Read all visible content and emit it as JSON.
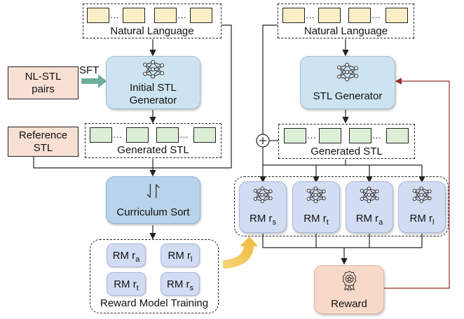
{
  "left": {
    "natural_language": "Natural Language",
    "nl_stl_pairs": "NL-STL pairs",
    "sft": "SFT",
    "initial_generator": "Initial STL Generator",
    "reference_stl": "Reference STL",
    "generated_stl": "Generated STL",
    "curriculum_sort": "Curriculum Sort",
    "reward_model_training": "Reward Model Training",
    "rm_prefix": "RM r",
    "rm_subs": [
      "a",
      "l",
      "t",
      "s"
    ]
  },
  "right": {
    "natural_language": "Natural Language",
    "stl_generator": "STL Generator",
    "generated_stl": "Generated STL",
    "rm_prefix": "RM r",
    "rm_subs": [
      "s",
      "t",
      "a",
      "l"
    ],
    "reward": "Reward"
  },
  "colors": {
    "token_yellow": "#fcefc7",
    "token_green": "#dcefd6",
    "generator_blue": "#cde3f1",
    "reward_model_lavender": "#d2dcf2",
    "reward_peach": "#f7d9c9",
    "sft_arrow_teal": "#6fae9c",
    "feedback_red": "#9b2a2a",
    "curriculum_arrow_gold": "#f2c14e"
  }
}
